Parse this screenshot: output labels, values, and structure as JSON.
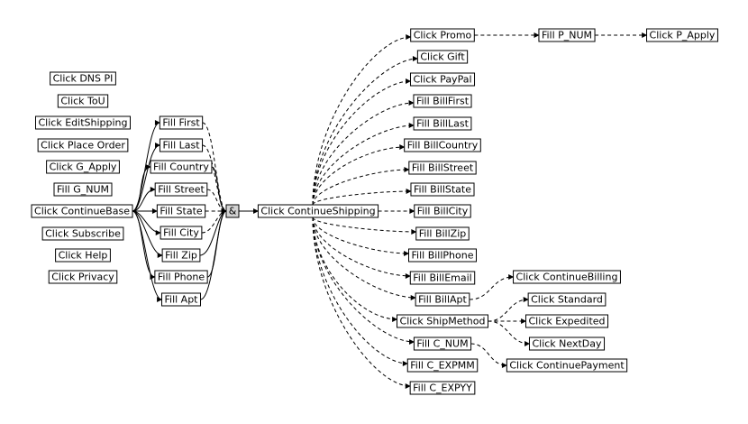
{
  "nodes": [
    {
      "id": "dns",
      "label": "Click DNS PI"
    },
    {
      "id": "tou",
      "label": "Click ToU"
    },
    {
      "id": "editShip",
      "label": "Click EditShipping"
    },
    {
      "id": "placeOrder",
      "label": "Click Place Order"
    },
    {
      "id": "gApply",
      "label": "Click G_Apply"
    },
    {
      "id": "gNum",
      "label": "Fill G_NUM"
    },
    {
      "id": "contBase",
      "label": "Click ContinueBase"
    },
    {
      "id": "subscribe",
      "label": "Click Subscribe"
    },
    {
      "id": "help",
      "label": "Click Help"
    },
    {
      "id": "privacy",
      "label": "Click Privacy"
    },
    {
      "id": "first",
      "label": "Fill First"
    },
    {
      "id": "last",
      "label": "Fill Last"
    },
    {
      "id": "country",
      "label": "Fill Country"
    },
    {
      "id": "street",
      "label": "Fill Street"
    },
    {
      "id": "state",
      "label": "Fill State"
    },
    {
      "id": "city",
      "label": "Fill City"
    },
    {
      "id": "zip",
      "label": "Fill Zip"
    },
    {
      "id": "phone",
      "label": "Fill Phone"
    },
    {
      "id": "apt",
      "label": "Fill Apt"
    },
    {
      "id": "join",
      "label": "&"
    },
    {
      "id": "contShip",
      "label": "Click ContinueShipping"
    },
    {
      "id": "promo",
      "label": "Click Promo"
    },
    {
      "id": "gift",
      "label": "Click Gift"
    },
    {
      "id": "paypal",
      "label": "Click PayPal"
    },
    {
      "id": "billFirst",
      "label": "Fill BillFirst"
    },
    {
      "id": "billLast",
      "label": "Fill BillLast"
    },
    {
      "id": "billCountry",
      "label": "Fill BillCountry"
    },
    {
      "id": "billStreet",
      "label": "Fill BillStreet"
    },
    {
      "id": "billState",
      "label": "Fill BillState"
    },
    {
      "id": "billCity",
      "label": "Fill BillCity"
    },
    {
      "id": "billZip",
      "label": "Fill BillZip"
    },
    {
      "id": "billPhone",
      "label": "Fill BillPhone"
    },
    {
      "id": "billEmail",
      "label": "Fill BillEmail"
    },
    {
      "id": "billApt",
      "label": "Fill BillApt"
    },
    {
      "id": "shipMethod",
      "label": "Click ShipMethod"
    },
    {
      "id": "cNum",
      "label": "Fill C_NUM"
    },
    {
      "id": "cExpmm",
      "label": "Fill C_EXPMM"
    },
    {
      "id": "cExpyy",
      "label": "Fill C_EXPYY"
    },
    {
      "id": "pNum",
      "label": "Fill P_NUM"
    },
    {
      "id": "pApply",
      "label": "Click P_Apply"
    },
    {
      "id": "contBilling",
      "label": "Click ContinueBilling"
    },
    {
      "id": "standard",
      "label": "Click Standard"
    },
    {
      "id": "expedited",
      "label": "Click Expedited"
    },
    {
      "id": "nextDay",
      "label": "Click NextDay"
    },
    {
      "id": "contPayment",
      "label": "Click ContinuePayment"
    }
  ],
  "edges": [
    {
      "from": "contBase",
      "to": "first",
      "style": "solid"
    },
    {
      "from": "contBase",
      "to": "last",
      "style": "solid"
    },
    {
      "from": "contBase",
      "to": "country",
      "style": "solid"
    },
    {
      "from": "contBase",
      "to": "street",
      "style": "solid"
    },
    {
      "from": "contBase",
      "to": "state",
      "style": "solid"
    },
    {
      "from": "contBase",
      "to": "city",
      "style": "solid"
    },
    {
      "from": "contBase",
      "to": "zip",
      "style": "solid"
    },
    {
      "from": "contBase",
      "to": "phone",
      "style": "solid"
    },
    {
      "from": "contBase",
      "to": "apt",
      "style": "solid"
    },
    {
      "from": "first",
      "to": "join",
      "style": "dashed"
    },
    {
      "from": "last",
      "to": "join",
      "style": "dashed"
    },
    {
      "from": "country",
      "to": "join",
      "style": "solid"
    },
    {
      "from": "street",
      "to": "join",
      "style": "dashed"
    },
    {
      "from": "state",
      "to": "join",
      "style": "dashed"
    },
    {
      "from": "city",
      "to": "join",
      "style": "dashed"
    },
    {
      "from": "zip",
      "to": "join",
      "style": "solid"
    },
    {
      "from": "phone",
      "to": "join",
      "style": "solid"
    },
    {
      "from": "apt",
      "to": "join",
      "style": "solid"
    },
    {
      "from": "join",
      "to": "contShip",
      "style": "solid"
    },
    {
      "from": "contShip",
      "to": "promo",
      "style": "dashed"
    },
    {
      "from": "contShip",
      "to": "gift",
      "style": "dashed"
    },
    {
      "from": "contShip",
      "to": "paypal",
      "style": "dashed"
    },
    {
      "from": "contShip",
      "to": "billFirst",
      "style": "dashed"
    },
    {
      "from": "contShip",
      "to": "billLast",
      "style": "dashed"
    },
    {
      "from": "contShip",
      "to": "billCountry",
      "style": "dashed"
    },
    {
      "from": "contShip",
      "to": "billStreet",
      "style": "dashed"
    },
    {
      "from": "contShip",
      "to": "billState",
      "style": "dashed"
    },
    {
      "from": "contShip",
      "to": "billCity",
      "style": "dashed"
    },
    {
      "from": "contShip",
      "to": "billZip",
      "style": "dashed"
    },
    {
      "from": "contShip",
      "to": "billPhone",
      "style": "dashed"
    },
    {
      "from": "contShip",
      "to": "billEmail",
      "style": "dashed"
    },
    {
      "from": "contShip",
      "to": "billApt",
      "style": "dashed"
    },
    {
      "from": "contShip",
      "to": "shipMethod",
      "style": "dashed"
    },
    {
      "from": "contShip",
      "to": "cNum",
      "style": "dashed"
    },
    {
      "from": "contShip",
      "to": "cExpmm",
      "style": "dashed"
    },
    {
      "from": "contShip",
      "to": "cExpyy",
      "style": "dashed"
    },
    {
      "from": "promo",
      "to": "pNum",
      "style": "dashed"
    },
    {
      "from": "pNum",
      "to": "pApply",
      "style": "dashed"
    },
    {
      "from": "billApt",
      "to": "contBilling",
      "style": "dashed"
    },
    {
      "from": "shipMethod",
      "to": "standard",
      "style": "dashed"
    },
    {
      "from": "shipMethod",
      "to": "expedited",
      "style": "dashed"
    },
    {
      "from": "shipMethod",
      "to": "nextDay",
      "style": "dashed"
    },
    {
      "from": "cNum",
      "to": "contPayment",
      "style": "dashed"
    }
  ]
}
